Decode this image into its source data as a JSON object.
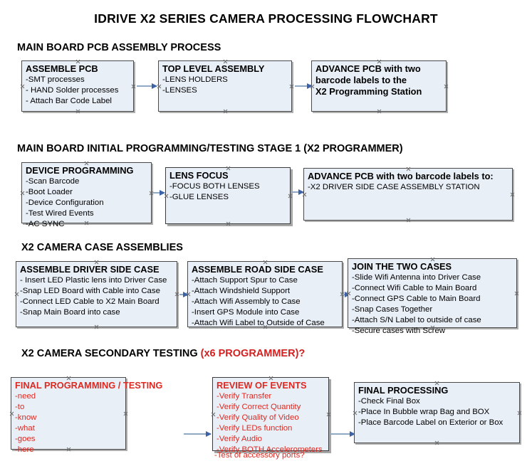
{
  "document": {
    "title": "IDRIVE X2  SERIES CAMERA PROCESSING FLOWCHART"
  },
  "colors": {
    "box_fill": "#e9eff7",
    "box_border": "#4a4a4a",
    "arrow_line": "#8fa9c4",
    "arrow_head": "#3c63a8",
    "text_black": "#000000",
    "text_red": "#dc2a22",
    "accent_red": "#d32020",
    "background": "#ffffff"
  },
  "sections": [
    {
      "id": "main-board-pcb-assembly-process",
      "heading": "MAIN BOARD PCB ASSEMBLY PROCESS",
      "heading_accent": "",
      "nodes": [
        {
          "id": "assemble-pcb",
          "title": "ASSEMBLE PCB",
          "lines": [
            "-SMT processes",
            "- HAND Solder processes",
            "- Attach Bar Code Label"
          ]
        },
        {
          "id": "top-level-assembly",
          "title": "TOP LEVEL ASSEMBLY",
          "lines": [
            "-LENS HOLDERS",
            "-LENSES"
          ]
        },
        {
          "id": "advance-pcb-to-x2-programming-station",
          "title": "ADVANCE PCB with two",
          "title_lines": [
            "ADVANCE PCB with two",
            "barcode labels to the",
            " X2 Programming Station"
          ],
          "lines": []
        }
      ]
    },
    {
      "id": "main-board-initial-programming-testing-stage-1",
      "heading": "MAIN BOARD INITIAL PROGRAMMING/TESTING STAGE 1 (X2 PROGRAMMER)",
      "heading_accent": "",
      "nodes": [
        {
          "id": "device-programming",
          "title": "DEVICE PROGRAMMING",
          "lines": [
            "-Scan Barcode",
            "-Boot Loader",
            "-Device Configuration",
            "-Test Wired Events",
            "-AC SYNC"
          ]
        },
        {
          "id": "lens-focus",
          "title": "LENS FOCUS",
          "lines": [
            "-FOCUS BOTH LENSES",
            "-GLUE LENSES"
          ]
        },
        {
          "id": "advance-pcb-to-driver-side-case-assembly",
          "title": "ADVANCE PCB with two barcode labels to:",
          "lines": [
            "-X2 DRIVER  SIDE  CASE  ASSEMBLY STATION"
          ]
        }
      ]
    },
    {
      "id": "x2-camera-case-assemblies",
      "heading": "X2 CAMERA CASE ASSEMBLIES",
      "heading_accent": "",
      "nodes": [
        {
          "id": "assemble-driver-side-case",
          "title": "ASSEMBLE DRIVER SIDE CASE",
          "lines": [
            "- Insert LED Plastic lens into Driver Case",
            "-Snap LED Board with Cable into Case",
            "-Connect LED Cable to X2 Main Board",
            "-Snap Main Board into case"
          ]
        },
        {
          "id": "assemble-road-side-case",
          "title": "ASSEMBLE ROAD SIDE CASE",
          "lines": [
            "-Attach Support Spur to Case",
            "-Attach Windshield Support",
            "-Attach Wifi Assembly to Case",
            "-Insert GPS Module into Case",
            "-Attach Wifi Label to Outside of Case"
          ]
        },
        {
          "id": "join-the-two-cases",
          "title": "JOIN THE TWO CASES",
          "lines": [
            "-Slide Wifi Antenna into Driver Case",
            "-Connect Wifi Cable to Main Board",
            "-Connect GPS Cable to Main Board",
            "-Snap Cases Together",
            "-Attach S/N Label to outside of case",
            "-Secure cases with Screw"
          ]
        }
      ]
    },
    {
      "id": "x2-camera-secondary-testing",
      "heading": "X2 CAMERA SECONDARY TESTING ",
      "heading_accent": "(x6 PROGRAMMER)?",
      "nodes": [
        {
          "id": "final-programming-testing",
          "title": "FINAL PROGRAMMING / TESTING",
          "lines": [
            "-need",
            "-to",
            "-know",
            "-what",
            "-goes",
            "-here"
          ]
        },
        {
          "id": "review-of-events",
          "title": "REVIEW OF EVENTS",
          "lines": [
            "-Verify Transfer",
            "-Verify Correct Quantity",
            "-Verify Quality of Video",
            "-Verify LEDs function",
            "-Verify Audio",
            "-Verify BOTH Accelerometers"
          ],
          "overflow_line": "-Test of accessory ports?"
        },
        {
          "id": "final-processing",
          "title": "FINAL PROCESSING",
          "lines": [
            " -Check Final Box",
            "-Place In Bubble wrap Bag and BOX",
            "-Place Barcode Label on Exterior or Box"
          ]
        }
      ]
    }
  ]
}
